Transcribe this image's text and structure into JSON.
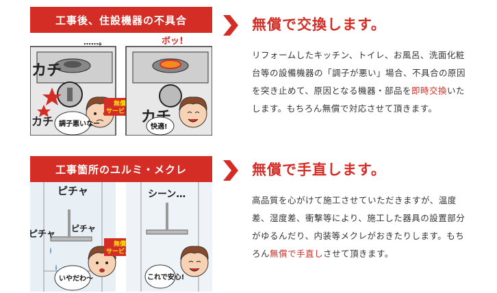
{
  "section1": {
    "banner": "工事後、住設機器の不具合",
    "heading": "無償で交換します。",
    "body": {
      "part1": "リフォームしたキッチン、トイレ、お風呂、洗面化粧台等の設備機器の「調子が悪い」場合、不具合の原因を突き止めて、原因となる機器・部品を",
      "highlight": "即時交換",
      "part2": "いたします。もちろん無償で対応させて頂きます。"
    },
    "illustration": {
      "sfx_left_top": "……。",
      "sfx_kachi_1": "カチ",
      "sfx_kachi_2": "カチ",
      "sfx_kachi_3": "カチ",
      "sfx_bo": "ボッ!",
      "arrow_line1": "無償",
      "arrow_line2": "サービス",
      "bubble_left": "調子悪いなー",
      "bubble_right": "快適!"
    }
  },
  "section2": {
    "banner": "工事箇所のユルミ・メクレ",
    "heading": "無償で手直します。",
    "body": {
      "part1": "高品質を心がけて施工させていただきますが、温度差、湿度差、衝撃等により、施工した器具の設置部分がゆるんだり、内装等メクレがおきたりします。もちろん",
      "highlight": "無償で手直し",
      "part2": "させて頂きます。"
    },
    "illustration": {
      "sfx_picha_1": "ピチャ",
      "sfx_picha_2": "ピチャ",
      "sfx_picha_3": "ピチャ",
      "sfx_shin": "シーン…",
      "arrow_line1": "無償",
      "arrow_line2": "サービス",
      "bubble_left": "いやだわ〜",
      "bubble_right": "これで安心!"
    }
  },
  "colors": {
    "accent_red": "#d42d25",
    "text": "#333333",
    "skin": "#f7d2b5",
    "hair": "#8a4a2a"
  },
  "icons": [
    "chevron-right-icon",
    "service-arrow-icon"
  ]
}
